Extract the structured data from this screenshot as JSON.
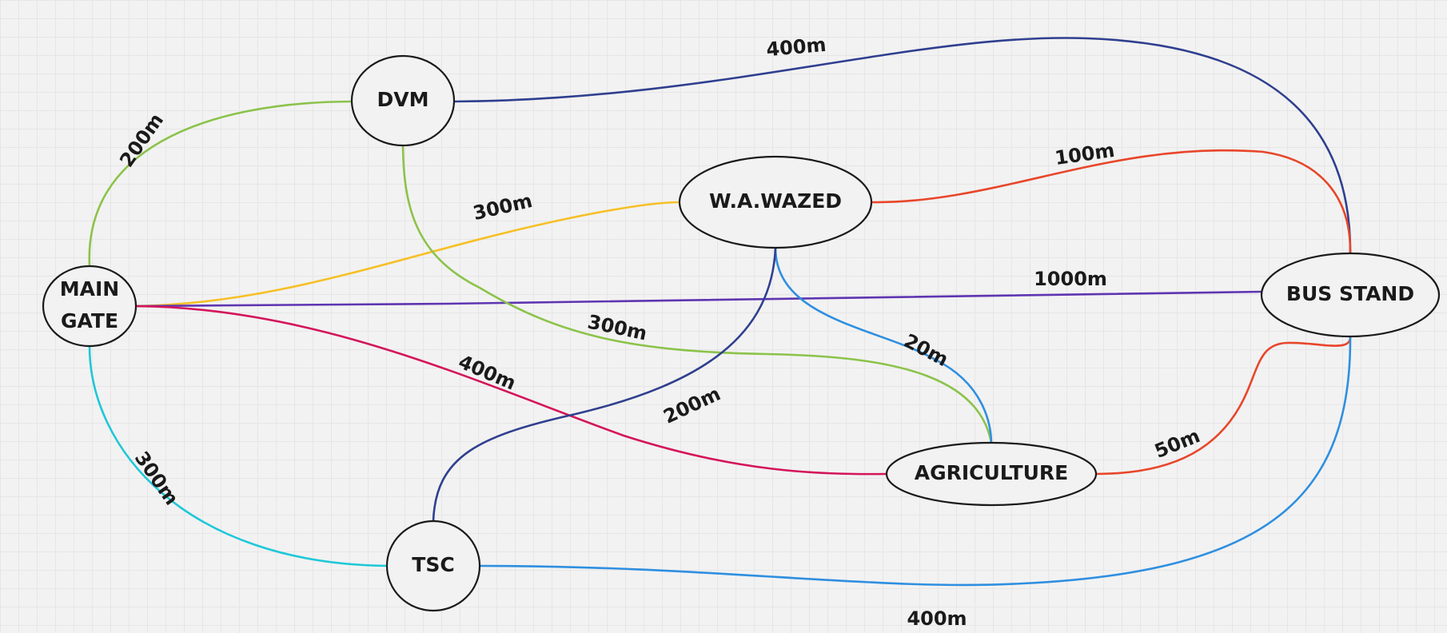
{
  "diagram": {
    "nodes": [
      {
        "id": "dvm",
        "lines": [
          "DVM"
        ]
      },
      {
        "id": "wawazed",
        "lines": [
          "W.A.WAZED"
        ]
      },
      {
        "id": "maingate",
        "lines": [
          "MAIN",
          "GATE"
        ]
      },
      {
        "id": "busstand",
        "lines": [
          "BUS STAND"
        ]
      },
      {
        "id": "agriculture",
        "lines": [
          "AGRICULTURE"
        ]
      },
      {
        "id": "tsc",
        "lines": [
          "TSC"
        ]
      }
    ],
    "edges": [
      {
        "id": "maingate-dvm",
        "from": "maingate",
        "to": "dvm",
        "label": "200m",
        "color": "#8bc34a"
      },
      {
        "id": "dvm-busstand",
        "from": "dvm",
        "to": "busstand",
        "label": "400m",
        "color": "#2f3f8f"
      },
      {
        "id": "wawazed-busstand",
        "from": "wawazed",
        "to": "busstand",
        "label": "100m",
        "color": "#e8462a"
      },
      {
        "id": "maingate-wawazed",
        "from": "maingate",
        "to": "wawazed",
        "label": "300m",
        "color": "#f6c026"
      },
      {
        "id": "maingate-busstand",
        "from": "maingate",
        "to": "busstand",
        "label": "1000m",
        "color": "#5e35b1"
      },
      {
        "id": "dvm-agriculture",
        "from": "dvm",
        "to": "agriculture",
        "label": "300m",
        "color": "#8bc34a"
      },
      {
        "id": "wawazed-agriculture",
        "from": "wawazed",
        "to": "agriculture",
        "label": "20m",
        "color": "#2e8fe0"
      },
      {
        "id": "maingate-agriculture",
        "from": "maingate",
        "to": "agriculture",
        "label": "400m",
        "color": "#d4145a"
      },
      {
        "id": "wawazed-tsc",
        "from": "wawazed",
        "to": "tsc",
        "label": "200m",
        "color": "#2f3f8f"
      },
      {
        "id": "maingate-tsc",
        "from": "maingate",
        "to": "tsc",
        "label": "300m",
        "color": "#1ec8d8"
      },
      {
        "id": "agriculture-busstand",
        "from": "agriculture",
        "to": "busstand",
        "label": "50m",
        "color": "#e8462a"
      },
      {
        "id": "tsc-busstand",
        "from": "tsc",
        "to": "busstand",
        "label": "400m",
        "color": "#2e8fe0"
      }
    ]
  }
}
